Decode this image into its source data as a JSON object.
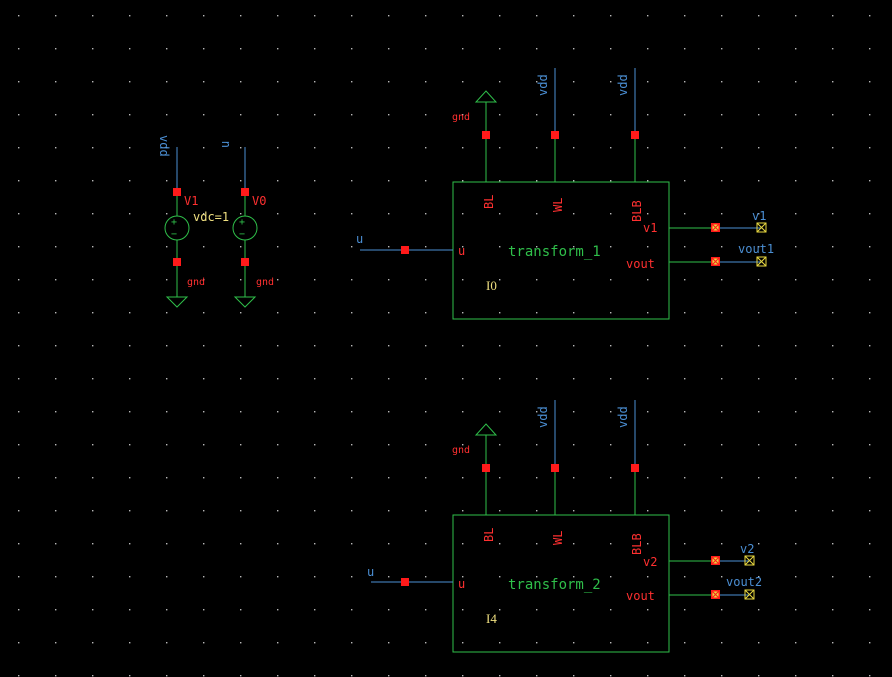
{
  "colors": {
    "background": "#000000",
    "grid_dot": "#b8b8b8",
    "wire": "#4b8fd4",
    "symbol": "#2fbf4a",
    "pin": "#ff1a1a",
    "label_red": "#ff3030",
    "label_blue": "#4b8fd4",
    "instance_name": "#f0e080",
    "pin_port_fill": "#e8d840"
  },
  "sources": {
    "v1": {
      "net_top": "vdd",
      "name": "V1",
      "param": "vdc=1",
      "net_bottom": "gnd",
      "plus": "+",
      "minus": "−"
    },
    "v0": {
      "net_top": "u",
      "name": "V0",
      "net_bottom": "gnd",
      "plus": "+",
      "minus": "−"
    }
  },
  "blocks": [
    {
      "cell": "transform_1",
      "instance": "I0",
      "pin_bl": "BL",
      "pin_wl": "WL",
      "pin_blb": "BLB",
      "pin_in": "u",
      "pin_out1": "v1",
      "pin_out2": "vout",
      "net_bl": "gnd",
      "net_wl": "vdd",
      "net_blb": "vdd",
      "net_in": "u",
      "net_out1": "v1",
      "net_out2": "vout1"
    },
    {
      "cell": "transform_2",
      "instance": "I4",
      "pin_bl": "BL",
      "pin_wl": "WL",
      "pin_blb": "BLB",
      "pin_in": "u",
      "pin_out1": "v2",
      "pin_out2": "vout",
      "net_bl": "gnd",
      "net_wl": "vdd",
      "net_blb": "vdd",
      "net_in": "u",
      "net_out1": "v2",
      "net_out2": "vout2"
    }
  ]
}
